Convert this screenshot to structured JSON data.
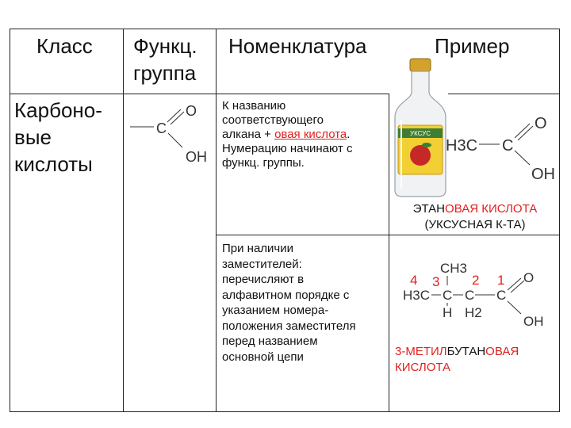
{
  "headers": {
    "klass": "Класс",
    "func_group_line1": "Функц.",
    "func_group_line2": "группа",
    "nomenclature": "Номенклатура",
    "example": "Пример"
  },
  "row": {
    "klass_lines": [
      "Карбоно-",
      "вые",
      "кислоты"
    ],
    "fg": {
      "c": "C",
      "o": "O",
      "oh": "OH"
    },
    "rule1": {
      "l1": "К названию",
      "l2": "соответствующего",
      "l3a": "алкана + ",
      "l3b": "овая кислота",
      "l3c": ".",
      "l4": "Нумерацию начинают с",
      "l5": "функц. группы."
    },
    "ex1": {
      "h3c": "H3C",
      "c": "C",
      "o": "O",
      "oh": "OH",
      "name_prefix": "ЭТАН",
      "name_red": "ОВАЯ КИСЛОТА",
      "alt_name": "(УКСУСНАЯ К-ТА)"
    },
    "rule2": [
      "При наличии",
      "заместителей:",
      "перечисляют в",
      "алфавитном порядке с",
      "указанием номера-",
      "положения заместителя",
      "перед названием",
      "основной цепи"
    ],
    "ex2": {
      "num4": "4",
      "num3": "3",
      "num2": "2",
      "num1": "1",
      "ch3": "CH3",
      "h3c": "H3C",
      "c": "C",
      "h": "H",
      "h2": "H2",
      "o": "O",
      "oh": "OH",
      "name_part1": "3-МЕТИЛ",
      "name_part2": "БУТАН",
      "name_part3": "ОВАЯ",
      "name_part4": "КИСЛОТА"
    },
    "bottle_label": "УКСУС"
  },
  "colors": {
    "accent_red": "#e02020",
    "line": "#222222"
  }
}
